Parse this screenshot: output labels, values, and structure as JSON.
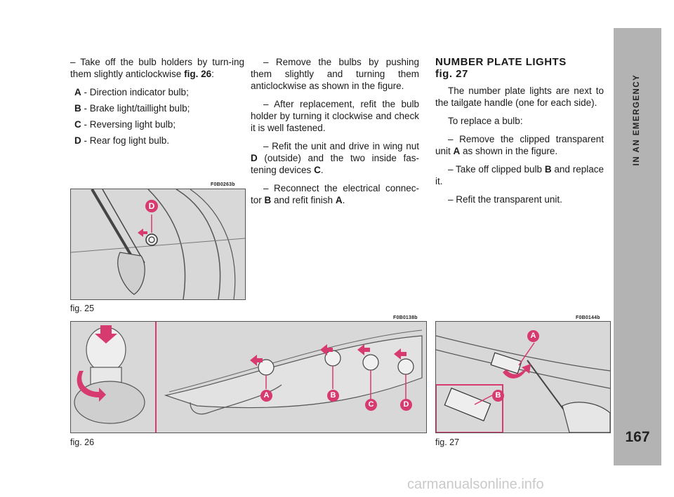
{
  "col1": {
    "intro": "– Take off the bulb holders by turn-ing them slightly anticlockwise",
    "intro_ref": "fig. 26",
    "items": [
      {
        "letter": "A",
        "text": " - Direction indicator bulb;"
      },
      {
        "letter": "B",
        "text": " - Brake light/taillight bulb;"
      },
      {
        "letter": "C",
        "text": " - Reversing light bulb;"
      },
      {
        "letter": "D",
        "text": " - Rear fog light bulb."
      }
    ]
  },
  "col2": {
    "p1": "– Remove the bulbs by pushing them slightly and turning them anticlockwise as shown in the figure.",
    "p2": "– After replacement, refit the bulb holder by turning it clockwise and check it is well fastened.",
    "p3a": "– Refit the unit and drive in wing nut ",
    "p3b": "D",
    "p3c": " (outside) and the two inside fas-tening devices ",
    "p3d": "C",
    "p3e": ".",
    "p4a": "– Reconnect the electrical connec-tor ",
    "p4b": "B",
    "p4c": " and refit finish ",
    "p4d": "A",
    "p4e": "."
  },
  "col3": {
    "heading1": "NUMBER PLATE LIGHTS",
    "heading2": "fig. 27",
    "p1": "The number plate lights are next to the tailgate handle (one for each side).",
    "p2": "To replace a bulb:",
    "p3a": "– Remove the clipped transparent unit ",
    "p3b": "A",
    "p3c": " as shown in the figure.",
    "p4a": "– Take off clipped bulb ",
    "p4b": "B",
    "p4c": " and replace it.",
    "p5": "– Refit the transparent unit."
  },
  "figures": {
    "fig25": {
      "code": "F0B0263b",
      "caption": "fig. 25",
      "label": "D"
    },
    "fig26": {
      "code": "F0B0138b",
      "caption": "fig. 26",
      "labels": [
        "A",
        "B",
        "C",
        "D"
      ]
    },
    "fig27": {
      "code": "F0B0144b",
      "caption": "fig. 27",
      "labels": [
        "A",
        "B"
      ]
    }
  },
  "sidebar": {
    "title": "IN AN EMERGENCY",
    "page_number": "167"
  },
  "watermark": "carmanualsonline.info",
  "colors": {
    "accent": "#d63a6f",
    "sidebar": "#b3b3b3",
    "figure_bg": "#d9d9d9"
  }
}
